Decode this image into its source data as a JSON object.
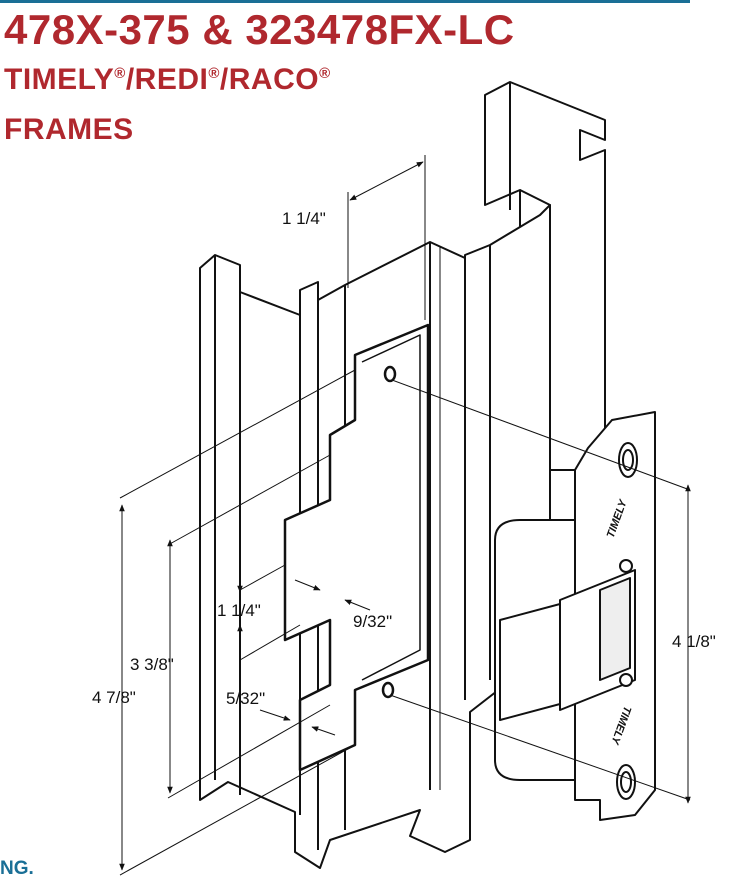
{
  "header": {
    "title": "478X-375 & 323478FX-LC",
    "brand1": "TIMELY",
    "brand2": "REDI",
    "brand3": "RACO",
    "registered": "®",
    "separator": "/",
    "frames_label": "FRAMES"
  },
  "footer_fragment": "NG.",
  "dimensions": {
    "frame_depth": "1 1/4\"",
    "lip_height": "1 1/4\"",
    "lip_offset": "9/32\"",
    "keeper_height": "3 3/8\"",
    "overall_height": "4 7/8\"",
    "face_offset": "5/32\"",
    "strike_height": "4 1/8\""
  },
  "strike_face_labels": [
    "TIMELY",
    "TIMELY"
  ],
  "colors": {
    "title": "#b0282e",
    "accent": "#1a6f96"
  }
}
